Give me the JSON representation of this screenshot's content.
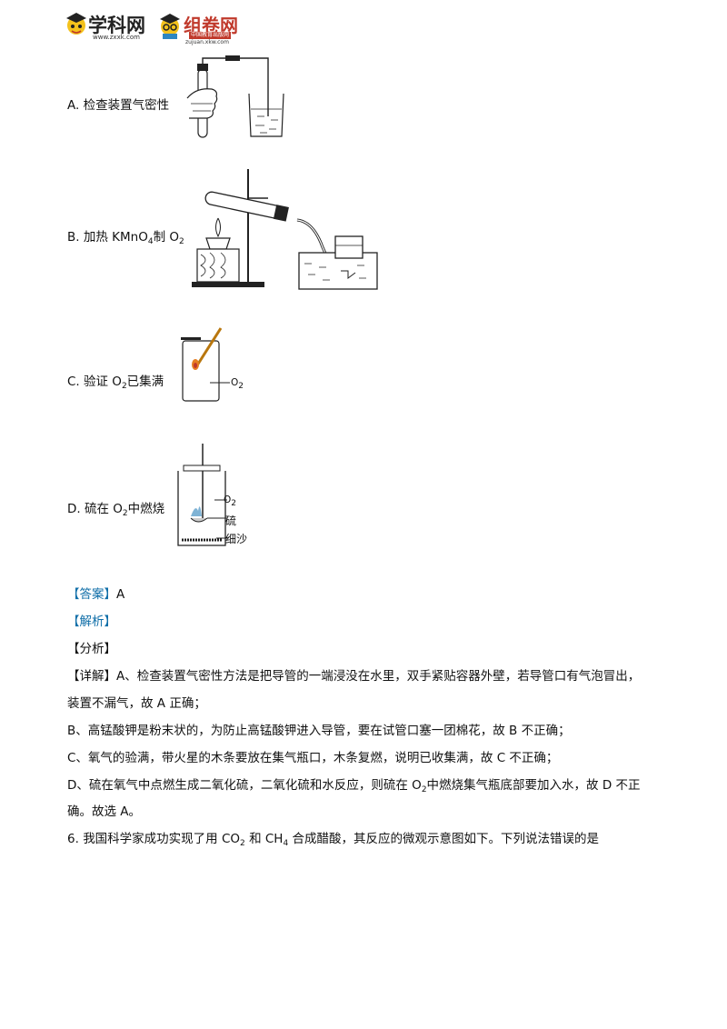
{
  "header": {
    "logo1_name": "学科网",
    "logo1_url": "www.zxxk.com",
    "logo2_name": "组卷网",
    "logo2_url": "zujuan.xkw.com",
    "logo2_tag": "中国教育出版网"
  },
  "options": {
    "a": {
      "letter": "A.",
      "text": "检查装置气密性"
    },
    "b": {
      "letter": "B.",
      "pre": "加热 KMnO",
      "sub": "4",
      "mid": "制 O",
      "sub2": "2"
    },
    "c": {
      "letter": "C.",
      "pre": "验证 O",
      "sub": "2",
      "post": "已集满",
      "label_o2": "O",
      "label_o2_sub": "2"
    },
    "d": {
      "letter": "D.",
      "pre": "硫在 O",
      "sub": "2",
      "post": "中燃烧",
      "label_o2": "O",
      "label_o2_sub": "2",
      "label_sulfur": "硫",
      "label_sand": "细沙"
    }
  },
  "answer": {
    "tag": "【答案】",
    "value": "A"
  },
  "analysis": {
    "tag": "【解析】"
  },
  "fenxi": {
    "tag": "【分析】"
  },
  "detail": {
    "tag": "【详解】",
    "line1": "A、检查装置气密性方法是把导管的一端浸没在水里，双手紧贴容器外壁，若导管口有气泡冒出，",
    "line2": "装置不漏气，故 A 正确；",
    "line3": "B、高锰酸钾是粉末状的，为防止高锰酸钾进入导管，要在试管口塞一团棉花，故 B 不正确；",
    "line4": "C、氧气的验满，带火星的木条要放在集气瓶口，木条复燃，说明已收集满，故 C 不正确；",
    "line5_pre": "D、硫在氧气中点燃生成二氧化硫，二氧化硫和水反应，则硫在 O",
    "line5_sub": "2",
    "line5_post": "中燃烧集气瓶底部要加入水，故 D 不正",
    "line6": "确。故选 A。"
  },
  "question6": {
    "num": "6.",
    "pre": "我国科学家成功实现了用  CO",
    "sub1": "2",
    "mid": "和  CH",
    "sub2": "4",
    "post": "合成醋酸，其反应的微观示意图如下。下列说法错误的是"
  }
}
